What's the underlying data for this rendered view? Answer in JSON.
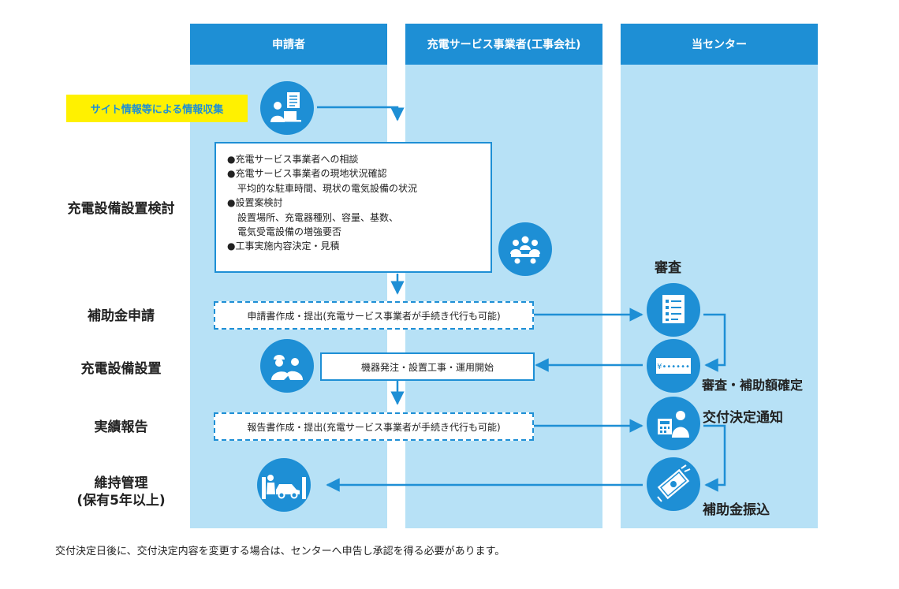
{
  "lanes": {
    "applicant": "申請者",
    "contractor": "充電サービス事業者(工事会社)",
    "center": "当センター"
  },
  "steps": {
    "study": "充電設備設置検討",
    "apply": "補助金申請",
    "install": "充電設備設置",
    "report": "実績報告",
    "maintain_line1": "維持管理",
    "maintain_line2": "(保有5年以上)"
  },
  "info_label": "サイト情報等による情報収集",
  "study_box": {
    "line1": "●充電サービス事業者への相談",
    "line2": "●充電サービス事業者の現地状況確認",
    "line3": "平均的な駐車時間、現状の電気設備の状況",
    "line4": "●設置案検討",
    "line5": "設置場所、充電器種別、容量、基数、",
    "line6": "電気受電設備の増強要否",
    "line7": "●工事実施内容決定・見積"
  },
  "apply_box": "申請書作成・提出(充電サービス事業者が手続き代行も可能)",
  "install_box": "機器発注・設置工事・運用開始",
  "report_box": "報告書作成・提出(充電サービス事業者が手続き代行も可能)",
  "center_labels": {
    "review": "審査",
    "confirm": "審査・補助額確定",
    "notice": "交付決定通知",
    "payment": "補助金振込"
  },
  "amount_placeholder": "¥••••••",
  "footnote": "交付決定日後に、交付決定内容を変更する場合は、センターへ申告し承認を得る必要があります。",
  "colors": {
    "lane_header": "#1e8fd5",
    "lane_body": "#b7e1f6",
    "arrow": "#1e8fd5",
    "highlight": "#fff100"
  },
  "icons": [
    "person-computer-icon",
    "meeting-icon",
    "checklist-icon",
    "money-card-icon",
    "handshake-icon",
    "calculator-person-icon",
    "car-maintenance-icon",
    "money-transfer-icon"
  ]
}
